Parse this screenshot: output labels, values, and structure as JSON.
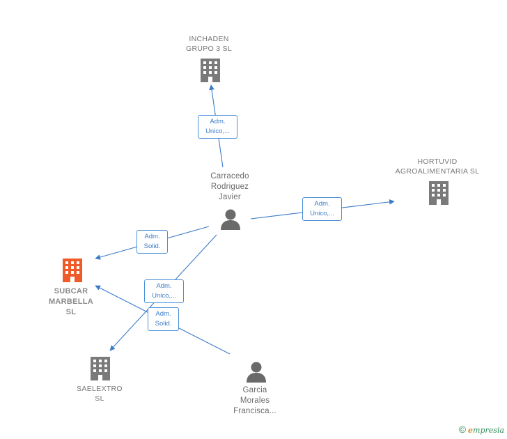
{
  "nodes": {
    "inchaden": {
      "lines": [
        "INCHADEN",
        "GRUPO 3  SL"
      ],
      "type": "company"
    },
    "hortuvid": {
      "lines": [
        "HORTUVID",
        "AGROALIMENTARIA SL"
      ],
      "type": "company"
    },
    "subcar": {
      "lines": [
        "SUBCAR",
        "MARBELLA",
        "SL"
      ],
      "type": "company-focus"
    },
    "saelextro": {
      "lines": [
        "SAELEXTRO",
        "SL"
      ],
      "type": "company"
    },
    "carracedo": {
      "lines": [
        "Carracedo",
        "Rodriguez",
        "Javier"
      ],
      "type": "person"
    },
    "garcia": {
      "lines": [
        "Garcia",
        "Morales",
        "Francisca..."
      ],
      "type": "person"
    }
  },
  "relations": {
    "carracedo_inchaden": [
      "Adm.",
      "Unico,..."
    ],
    "carracedo_hortuvid": [
      "Adm.",
      "Unico,..."
    ],
    "carracedo_subcar": [
      "Adm.",
      "Solid."
    ],
    "carracedo_saelextro": [
      "Adm.",
      "Unico,..."
    ],
    "garcia_subcar": [
      "Adm.",
      "Solid."
    ]
  },
  "colors": {
    "edge": "#3a7bc8",
    "company_icon": "#7a7a7a",
    "focus_icon": "#f05a28",
    "person_icon": "#6a6a6a"
  },
  "footer": {
    "copyright": "©",
    "brand_first": "e",
    "brand_rest": "mpresia"
  }
}
